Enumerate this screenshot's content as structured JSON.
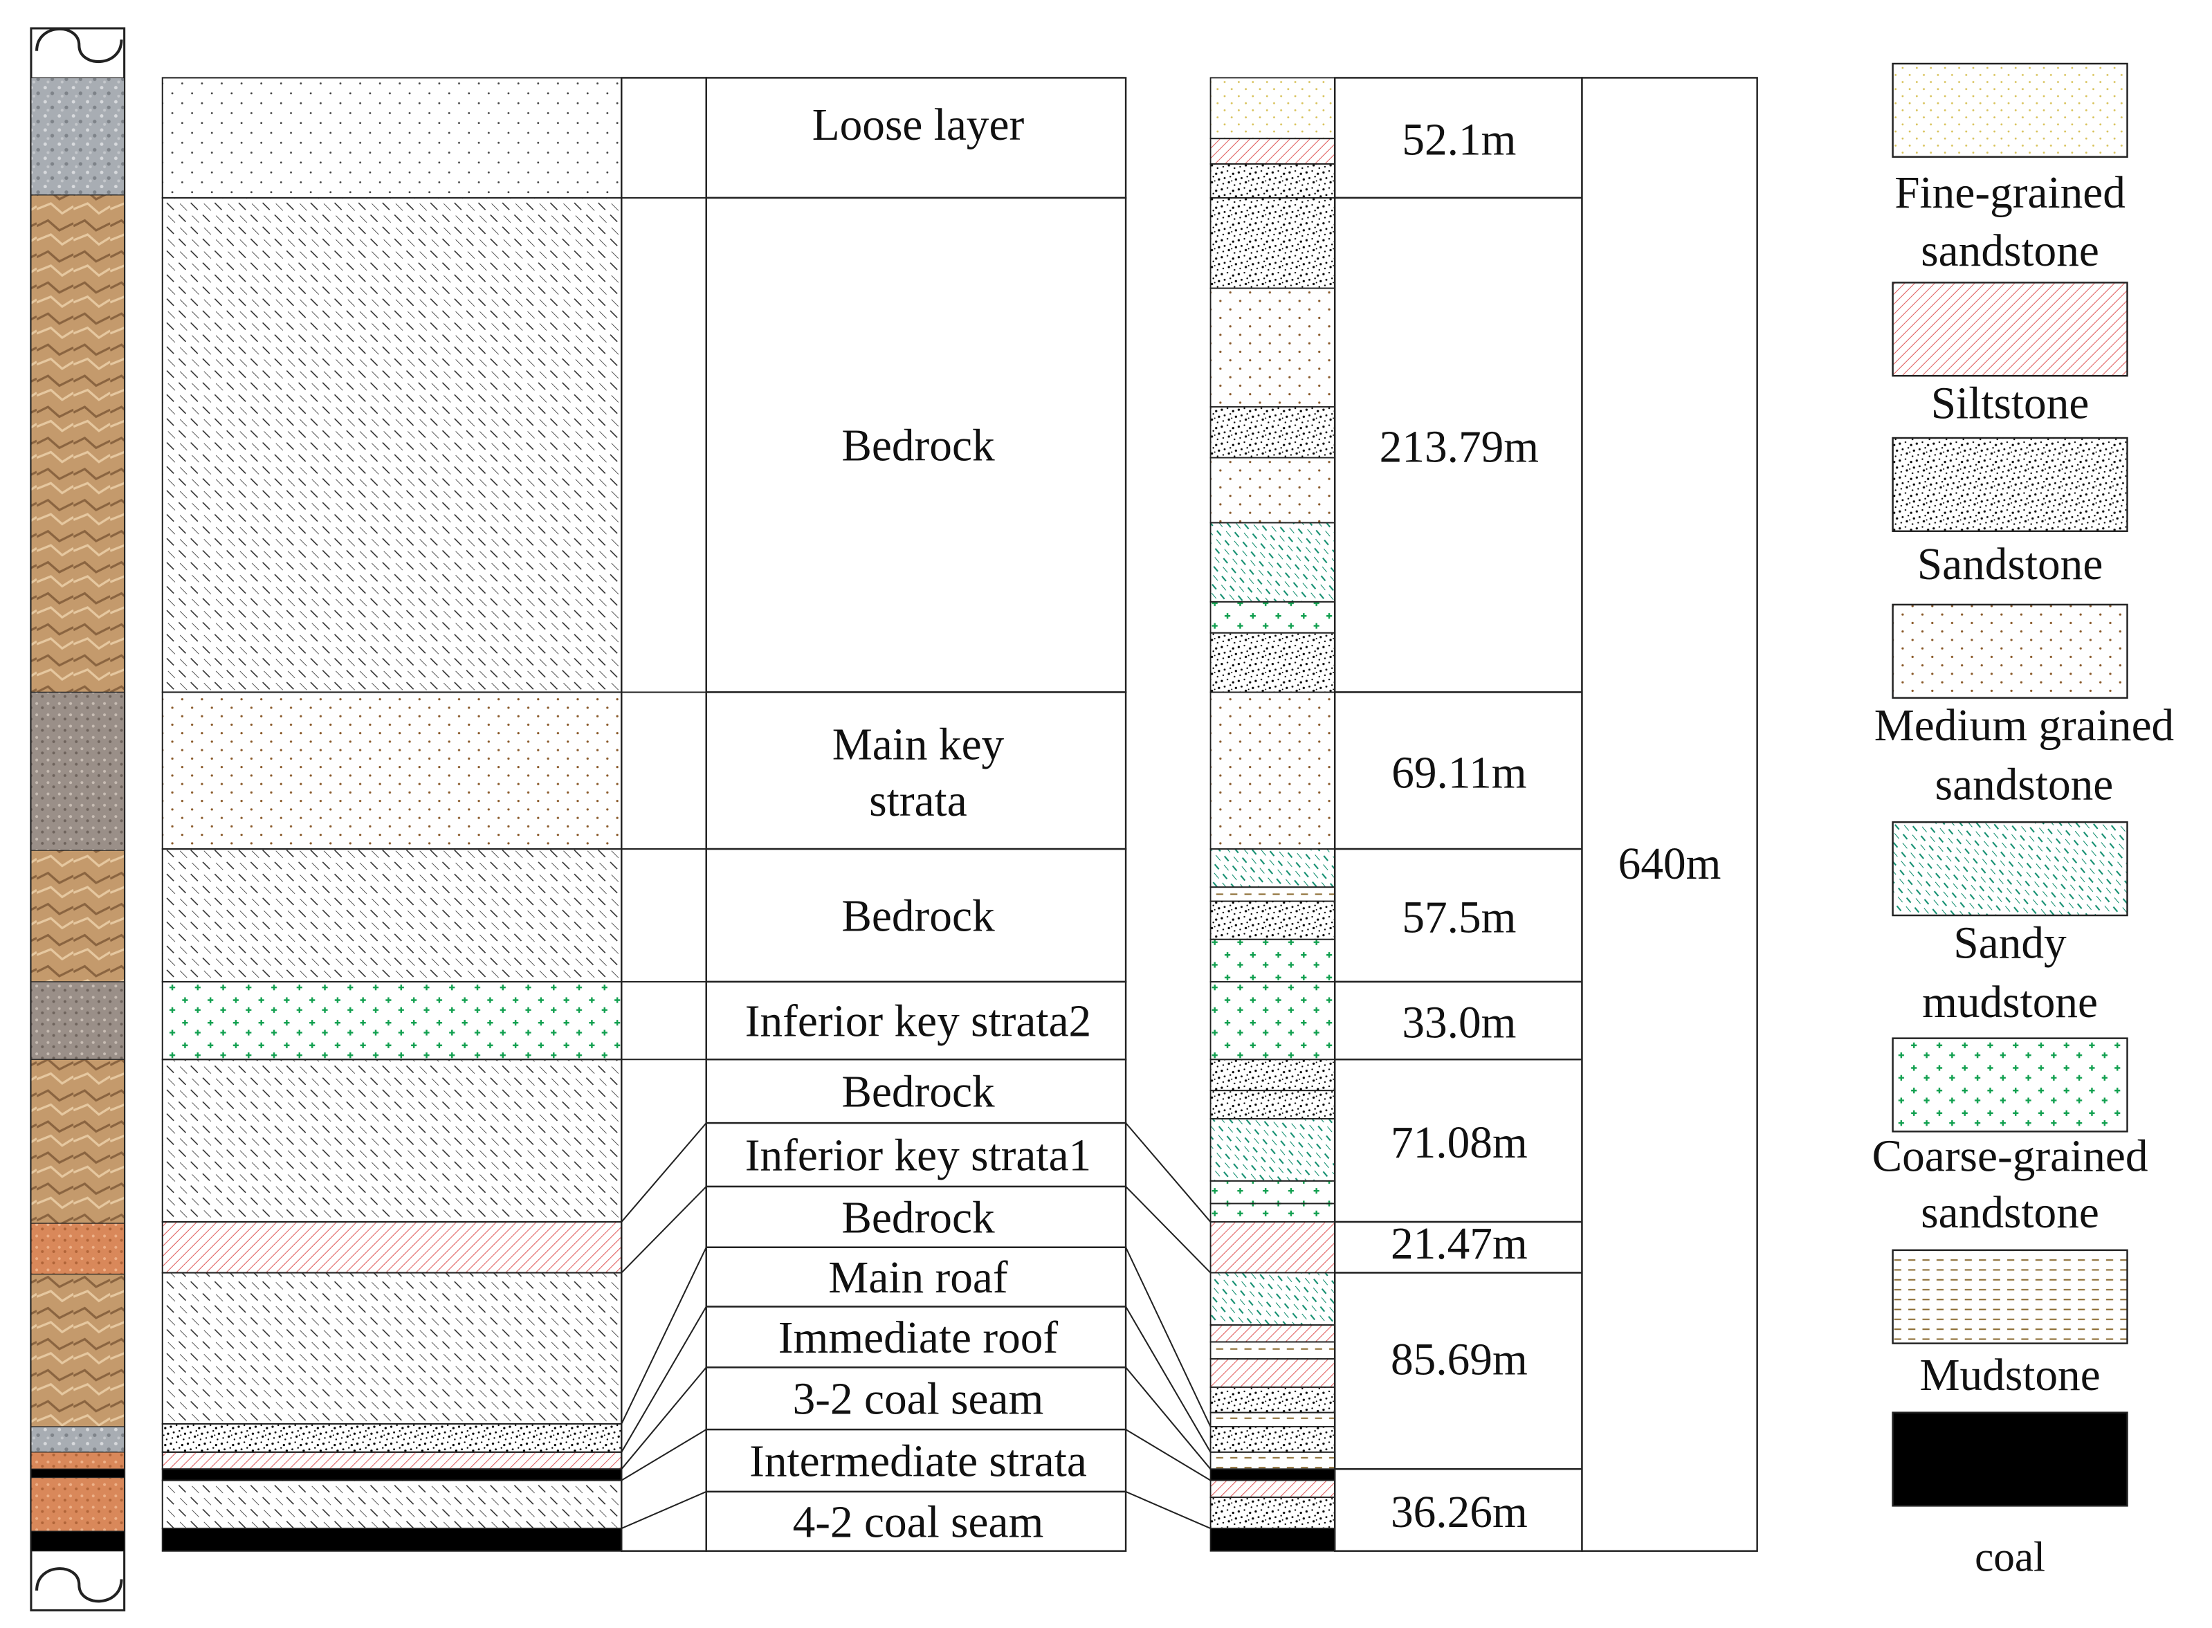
{
  "column": {
    "layers": [
      {
        "name": "Loose layer",
        "thickness": "52.1m"
      },
      {
        "name": "Bedrock",
        "thickness": "213.79m"
      },
      {
        "name": "Main key strata",
        "lines": [
          "Main key",
          "strata"
        ],
        "thickness": "69.11m"
      },
      {
        "name": "Bedrock",
        "thickness": "57.5m"
      },
      {
        "name": "Inferior key strata2",
        "thickness": "33.0m"
      },
      {
        "name": "Bedrock",
        "thickness": "71.08m"
      },
      {
        "name": "Inferior key strata1",
        "thickness": "21.47m"
      },
      {
        "name": "Bedrock",
        "thickness": "85.69m"
      },
      {
        "name": "Main roaf"
      },
      {
        "name": "Immediate roof"
      },
      {
        "name": "3-2 coal seam"
      },
      {
        "name": "Intermediate strata",
        "thickness": "36.26m"
      },
      {
        "name": "4-2 coal seam"
      }
    ],
    "total_thickness": "640m"
  },
  "legend": [
    {
      "key": "fine",
      "lines": [
        "Fine-grained",
        "sandstone"
      ],
      "color": "#d8c25a"
    },
    {
      "key": "silt",
      "lines": [
        "Siltstone"
      ],
      "color": "#e05a5a"
    },
    {
      "key": "sand",
      "lines": [
        "Sandstone"
      ],
      "color": "#000000"
    },
    {
      "key": "medium",
      "lines": [
        "Medium grained",
        "sandstone"
      ],
      "color": "#8a5a2a"
    },
    {
      "key": "sandymud",
      "lines": [
        "Sandy",
        "mudstone"
      ],
      "color": "#0a8a6a"
    },
    {
      "key": "coarse",
      "lines": [
        "Coarse-grained",
        "sandstone"
      ],
      "color": "#12a050"
    },
    {
      "key": "mud",
      "lines": [
        "Mudstone"
      ],
      "color": "#8a6a30"
    },
    {
      "key": "coal",
      "lines": [
        "coal"
      ],
      "color": "#000000"
    }
  ]
}
